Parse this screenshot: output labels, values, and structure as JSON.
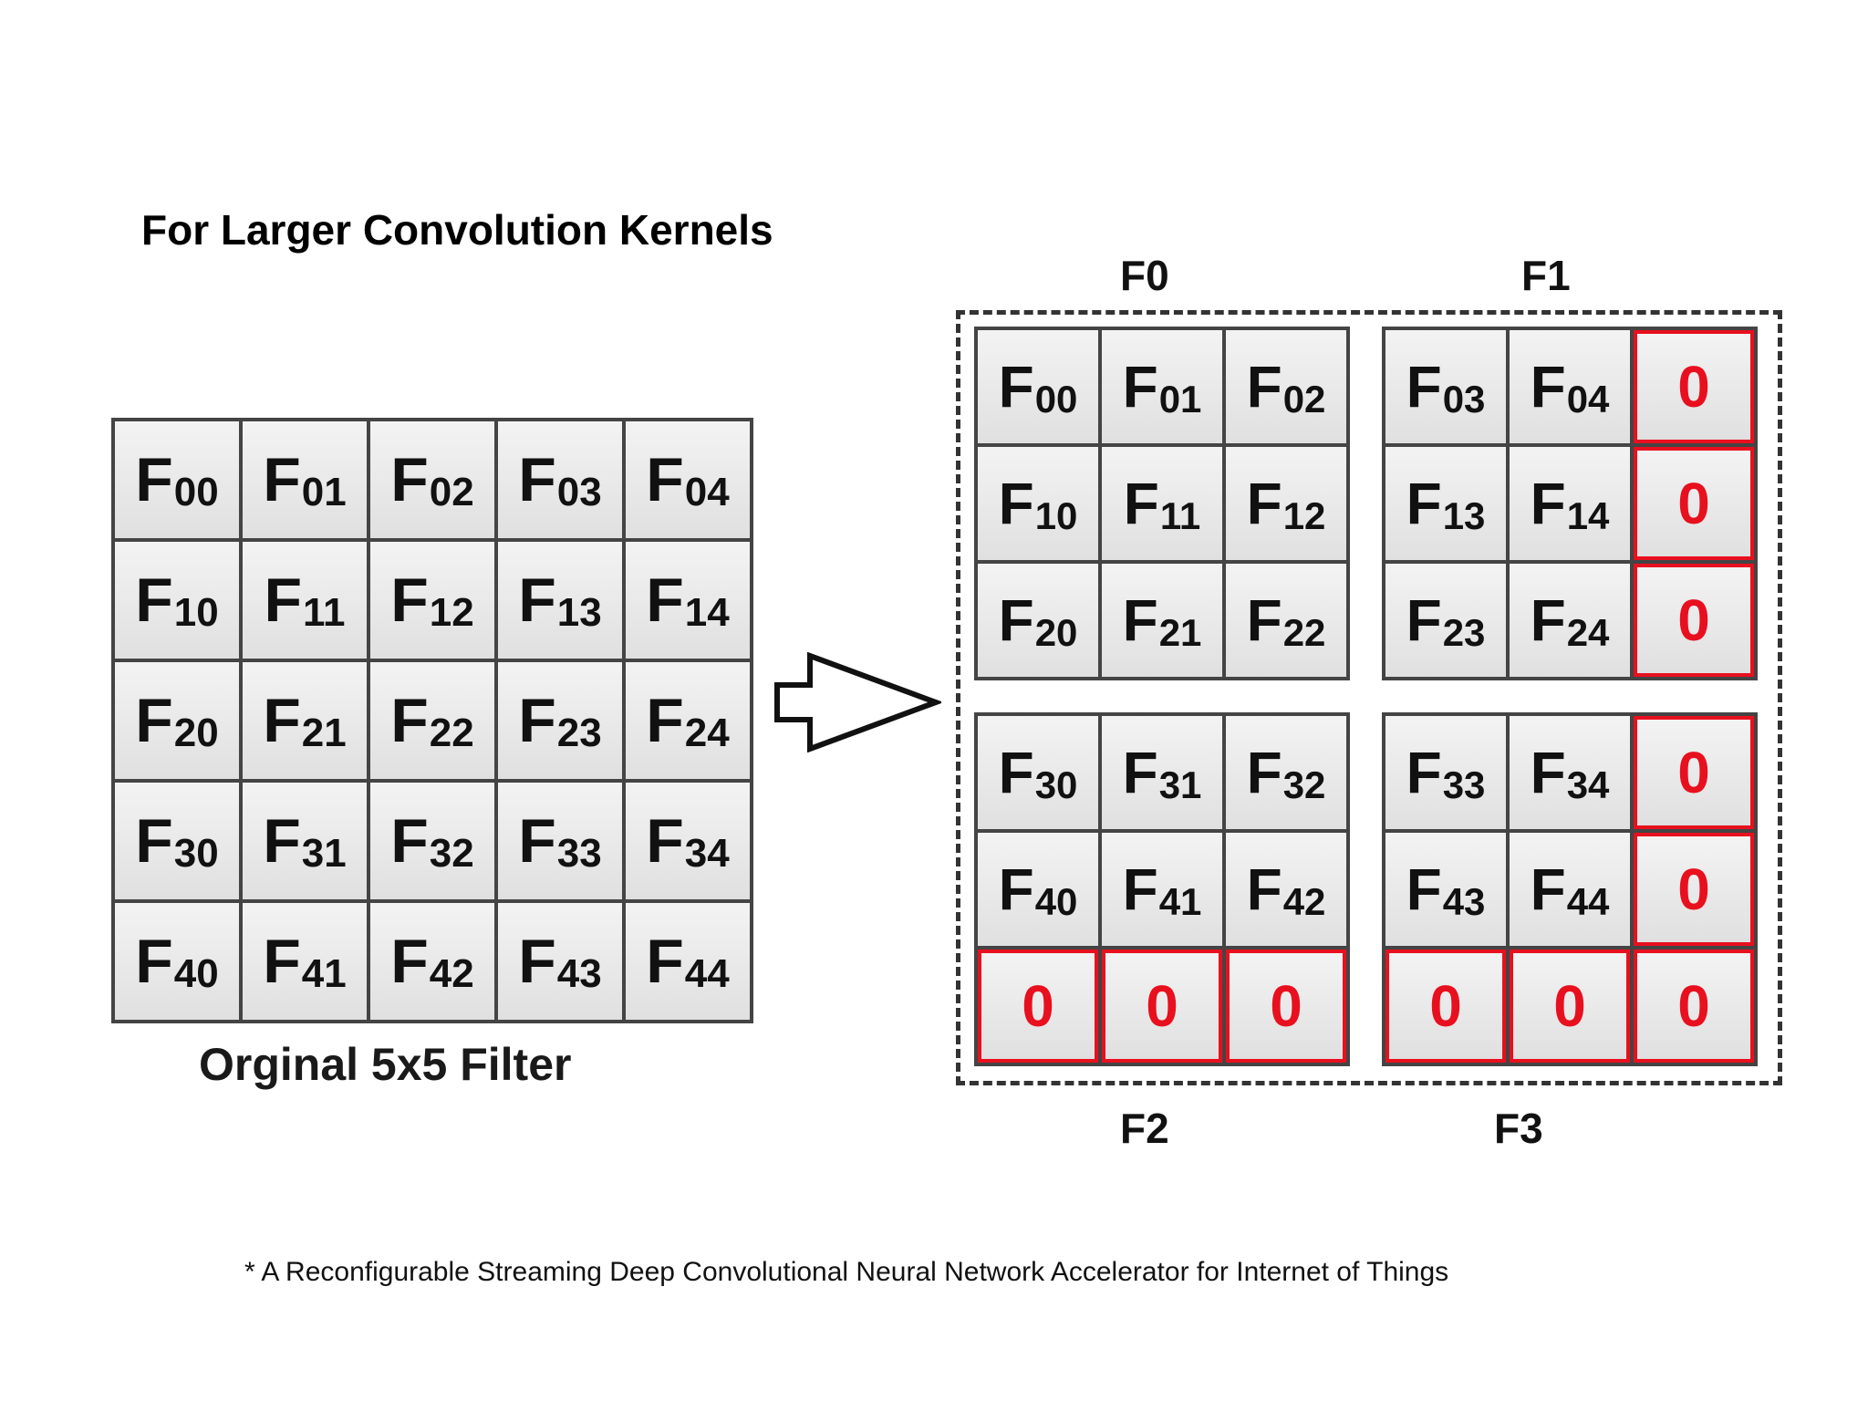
{
  "title": "For Larger Convolution Kernels",
  "original": {
    "caption": "Orginal 5x5 Filter",
    "rows": [
      [
        "00",
        "01",
        "02",
        "03",
        "04"
      ],
      [
        "10",
        "11",
        "12",
        "13",
        "14"
      ],
      [
        "20",
        "21",
        "22",
        "23",
        "24"
      ],
      [
        "30",
        "31",
        "32",
        "33",
        "34"
      ],
      [
        "40",
        "41",
        "42",
        "43",
        "44"
      ]
    ]
  },
  "split": {
    "labels": {
      "f0": "F0",
      "f1": "F1",
      "f2": "F2",
      "f3": "F3"
    },
    "blocks": [
      [
        [
          "00",
          "01",
          "02"
        ],
        [
          "10",
          "11",
          "12"
        ],
        [
          "20",
          "21",
          "22"
        ]
      ],
      [
        [
          "03",
          "04",
          "0"
        ],
        [
          "13",
          "14",
          "0"
        ],
        [
          "23",
          "24",
          "0"
        ]
      ],
      [
        [
          "30",
          "31",
          "32"
        ],
        [
          "40",
          "41",
          "42"
        ],
        [
          "0",
          "0",
          "0"
        ]
      ],
      [
        [
          "33",
          "34",
          "0"
        ],
        [
          "43",
          "44",
          "0"
        ],
        [
          "0",
          "0",
          "0"
        ]
      ]
    ]
  },
  "footnote": "* A Reconfigurable Streaming Deep Convolutional Neural Network Accelerator for Internet of Things",
  "colors": {
    "zero": "#e8101e",
    "grid": "#444444"
  }
}
